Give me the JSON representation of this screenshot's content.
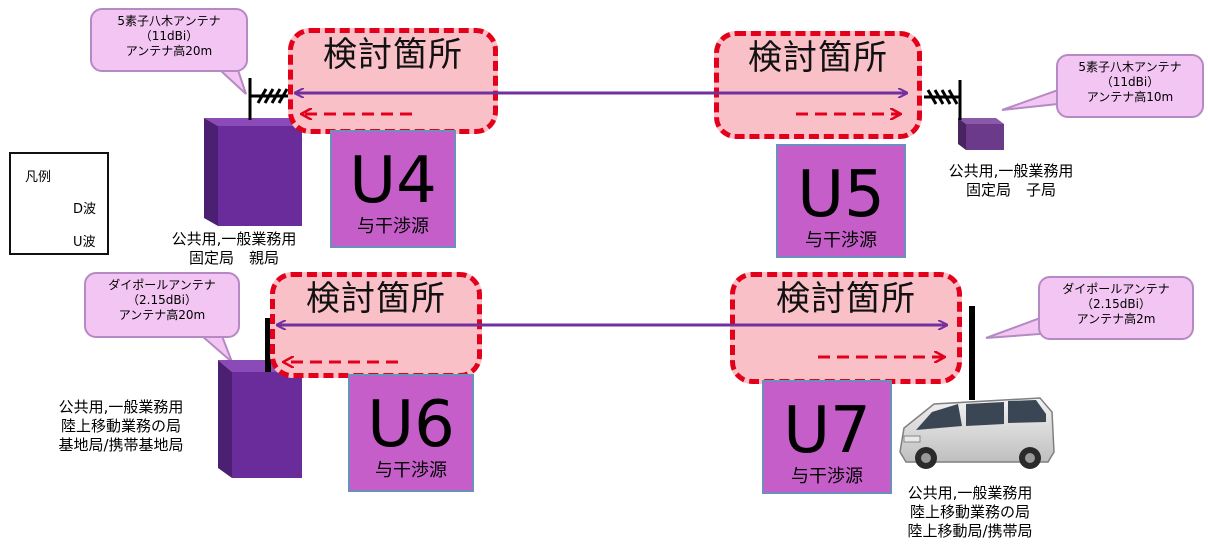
{
  "legend": {
    "title": "凡例",
    "d_wave": "D波",
    "u_wave": "U波"
  },
  "zone_label": "検討箇所",
  "interference_source_label": "与干渉源",
  "panels": {
    "u4": {
      "code": "U4",
      "antenna": [
        "5素子八木アンテナ",
        "（11dBi）",
        "アンテナ高20m"
      ],
      "station": [
        "公共用,一般業務用",
        "固定局　親局"
      ]
    },
    "u5": {
      "code": "U5",
      "antenna": [
        "5素子八木アンテナ",
        "（11dBi）",
        "アンテナ高10m"
      ],
      "station": [
        "公共用,一般業務用",
        "固定局　子局"
      ]
    },
    "u6": {
      "code": "U6",
      "antenna": [
        "ダイポールアンテナ",
        "（2.15dBi）",
        "アンテナ高20m"
      ],
      "station": [
        "公共用,一般業務用",
        "陸上移動業務の局",
        "基地局/携帯基地局"
      ]
    },
    "u7": {
      "code": "U7",
      "antenna": [
        "ダイポールアンテナ",
        "（2.15dBi）",
        "アンテナ高2m"
      ],
      "station": [
        "公共用,一般業務用",
        "陸上移動業務の局",
        "陸上移動局/携帯局"
      ]
    }
  },
  "colors": {
    "zone_fill": "#f9c0c8",
    "zone_border": "#e3001b",
    "u_box": "#c55ec8",
    "callout": "#f2c5f2",
    "d_arrow": "#7030a0",
    "u_arrow": "#e3001b",
    "station_box": "#6a2c9a"
  }
}
